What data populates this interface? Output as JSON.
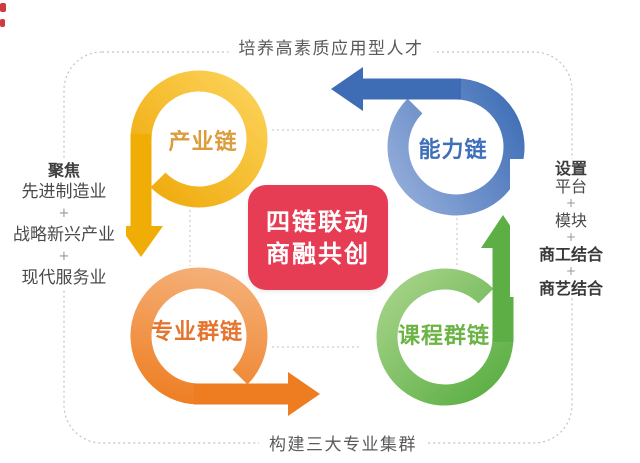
{
  "captions": {
    "top": "培养高素质应用型人才",
    "bottom": "构建三大专业集群"
  },
  "left_panel": {
    "heading": "聚焦",
    "plus": "+",
    "items": [
      "先进制造业",
      "战略新兴产业",
      "现代服务业"
    ]
  },
  "right_panel": {
    "heading": "设置",
    "plus": "+",
    "items": [
      {
        "text": "平台",
        "bold": false
      },
      {
        "text": "模块",
        "bold": false
      },
      {
        "text": "商工结合",
        "bold": true
      },
      {
        "text": "商艺结合",
        "bold": true
      }
    ]
  },
  "center_box": {
    "line1": "四链联动",
    "line2": "商融共创",
    "bg_color": "#e63d55",
    "text_color": "#ffffff"
  },
  "chains": [
    {
      "label": "产业链",
      "position": "top-left",
      "arrow_direction": "down",
      "ring_gradient": {
        "from": "#efa808",
        "to": "#fcd45c"
      },
      "arrow_color": "#f0ad06",
      "label_color": "#db9c3a"
    },
    {
      "label": "能力链",
      "position": "top-right",
      "arrow_direction": "left",
      "ring_gradient": {
        "from": "#8fa9d8",
        "to": "#3c6cb5"
      },
      "arrow_color": "#3e6db5",
      "label_color": "#3e6fb8"
    },
    {
      "label": "专业群链",
      "position": "bottom-left",
      "arrow_direction": "right",
      "ring_gradient": {
        "from": "#ee7e23",
        "to": "#f5b27c"
      },
      "arrow_color": "#ee7d22",
      "label_color": "#e5742e"
    },
    {
      "label": "课程群链",
      "position": "bottom-right",
      "arrow_direction": "up",
      "ring_gradient": {
        "from": "#a2d185",
        "to": "#58ad41"
      },
      "arrow_color": "#5cae45",
      "label_color": "#6bb344"
    }
  ],
  "colors": {
    "dashed_border": "#c2c2c2",
    "caption_text": "#5a5a5a",
    "side_text": "#4a4a4a",
    "plus_text": "#979797",
    "edge_artifact": "#cd3a40"
  }
}
